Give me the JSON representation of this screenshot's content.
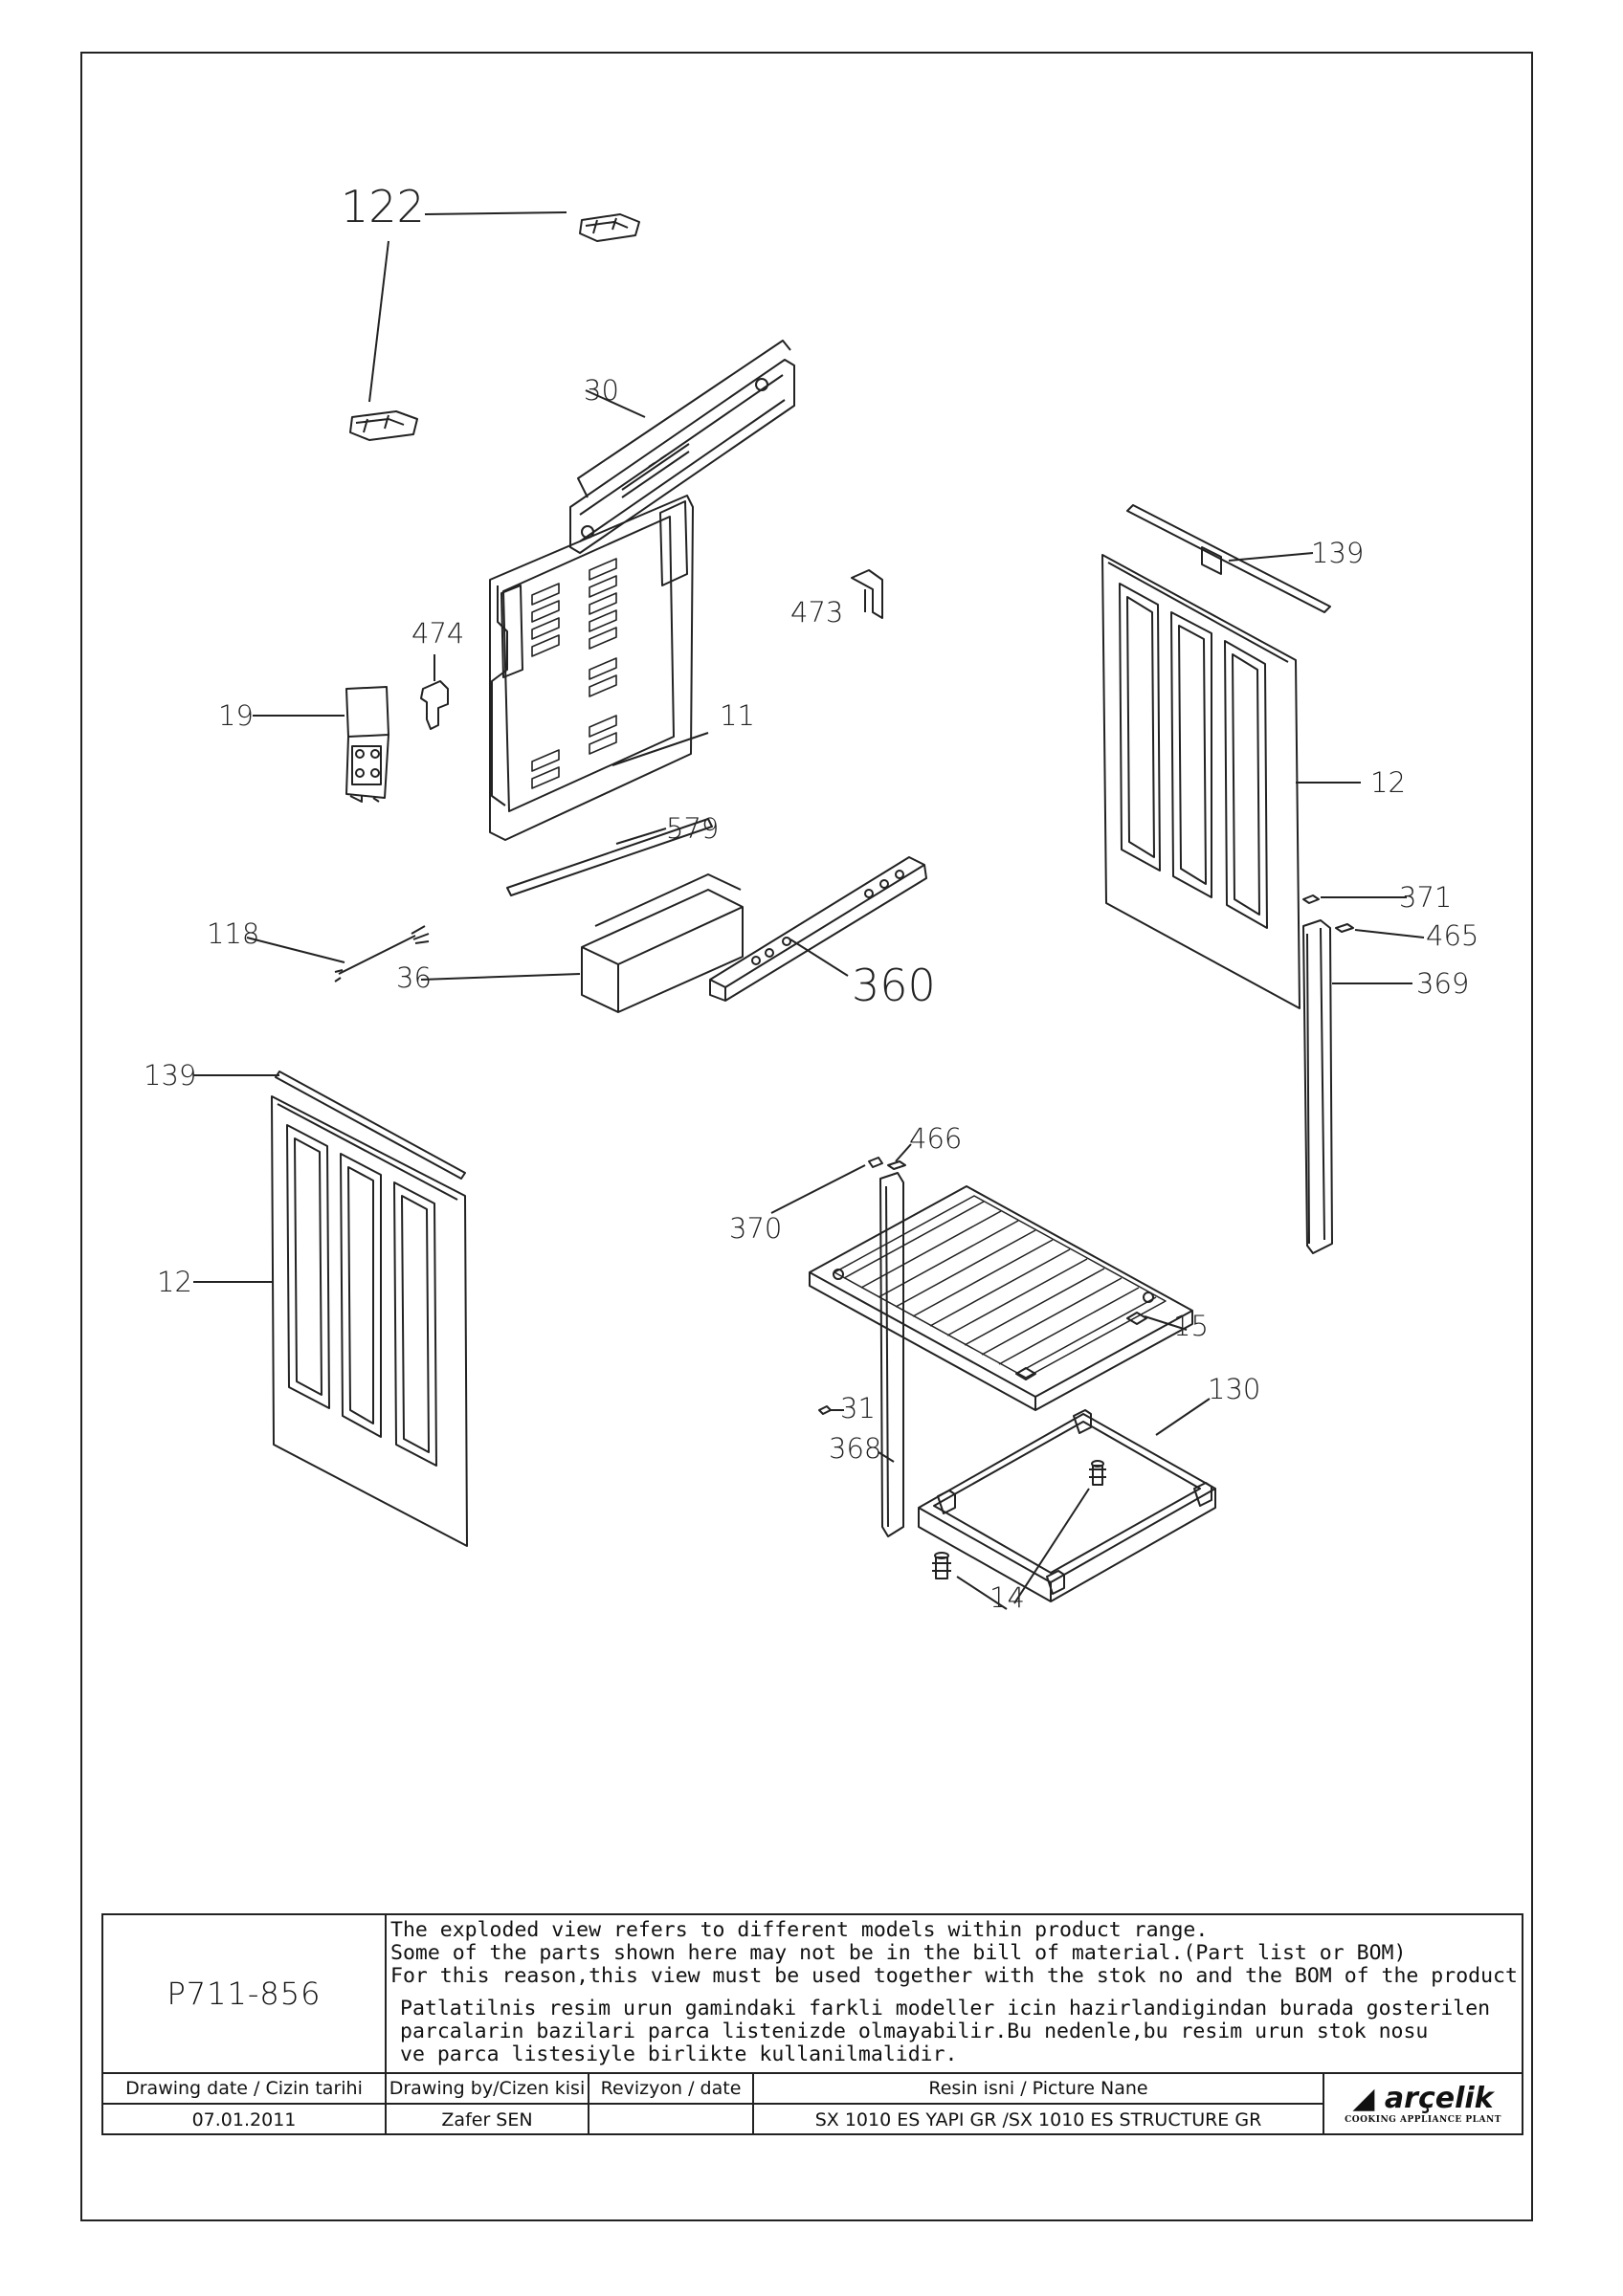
{
  "callouts": {
    "c122": "122",
    "c30": "30",
    "c474": "474",
    "c473": "473",
    "c19": "19",
    "c11": "11",
    "c579": "579",
    "c118": "118",
    "c36": "36",
    "c360": "360",
    "c139a": "139",
    "c12a": "12",
    "c371": "371",
    "c465": "465",
    "c369": "369",
    "c139b": "139",
    "c12b": "12",
    "c466": "466",
    "c370": "370",
    "c15": "15",
    "c130": "130",
    "c31": "31",
    "c368": "368",
    "c14": "14"
  },
  "title_block": {
    "document_number": "P711-856",
    "note_en_1": "The exploded view refers to different models within product range.",
    "note_en_2": "Some of the parts shown here may not be in the bill of material.(Part list or BOM)",
    "note_en_3": "For this reason,this view must be used together with the stok no and the BOM of the product",
    "note_tr_1": "Patlatilnis resim urun gamindaki farkli modeller icin hazirlandigindan burada gosterilen",
    "note_tr_2": "parcalarin bazilari parca listenizde olmayabilir.Bu nedenle,bu resim urun stok nosu",
    "note_tr_3": "ve parca listesiyle birlikte kullanilmalidir.",
    "header_date": "Drawing date / Cizin tarihi",
    "header_by": "Drawing by/Cizen kisi",
    "header_rev": "Revizyon / date",
    "header_name": "Resin isni / Picture Nane",
    "value_date": "07.01.2011",
    "value_by": "Zafer SEN",
    "value_rev": "",
    "value_name": "SX 1010 ES YAPI GR /SX 1010 ES STRUCTURE GR",
    "logo_text": "arçelik",
    "logo_subtitle": "COOKING APPLIANCE PLANT"
  }
}
